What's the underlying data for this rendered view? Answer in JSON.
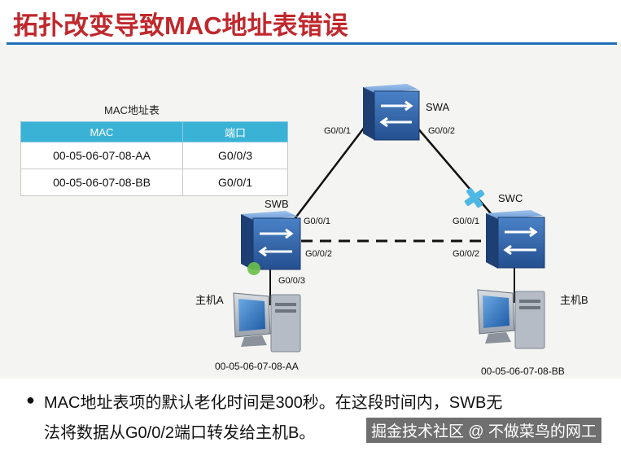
{
  "title": "拓扑改变导致MAC地址表错误",
  "mac_table": {
    "caption": "MAC地址表",
    "headers": [
      "MAC",
      "端口"
    ],
    "rows": [
      [
        "00-05-06-07-08-AA",
        "G0/0/3"
      ],
      [
        "00-05-06-07-08-BB",
        "G0/0/1"
      ]
    ]
  },
  "switches": {
    "swa": "SWA",
    "swb": "SWB",
    "swc": "SWC"
  },
  "ports": {
    "swa_left": "G0/0/1",
    "swa_right": "G0/0/2",
    "swb_up": "G0/0/1",
    "swb_right": "G0/0/2",
    "swb_down": "G0/0/3",
    "swc_up": "G0/0/1",
    "swc_left": "G0/0/2"
  },
  "hosts": {
    "a_name": "主机A",
    "a_mac": "00-05-06-07-08-AA",
    "b_name": "主机B",
    "b_mac": "00-05-06-07-08-BB"
  },
  "note": {
    "bullet": "●",
    "line1": "MAC地址表项的默认老化时间是300秒。在这段时间内，SWB无",
    "line2": "法将数据从G0/0/2端口转发给主机B。"
  },
  "watermark": "掘金技术社区 @ 不做菜鸟的网工",
  "colors": {
    "title": "#c0282d",
    "table_header": "#3ab2d6",
    "switch_body": "#3a6fb5",
    "fault_mark": "#4fb7e3",
    "port_dot": "#6cc04a"
  }
}
